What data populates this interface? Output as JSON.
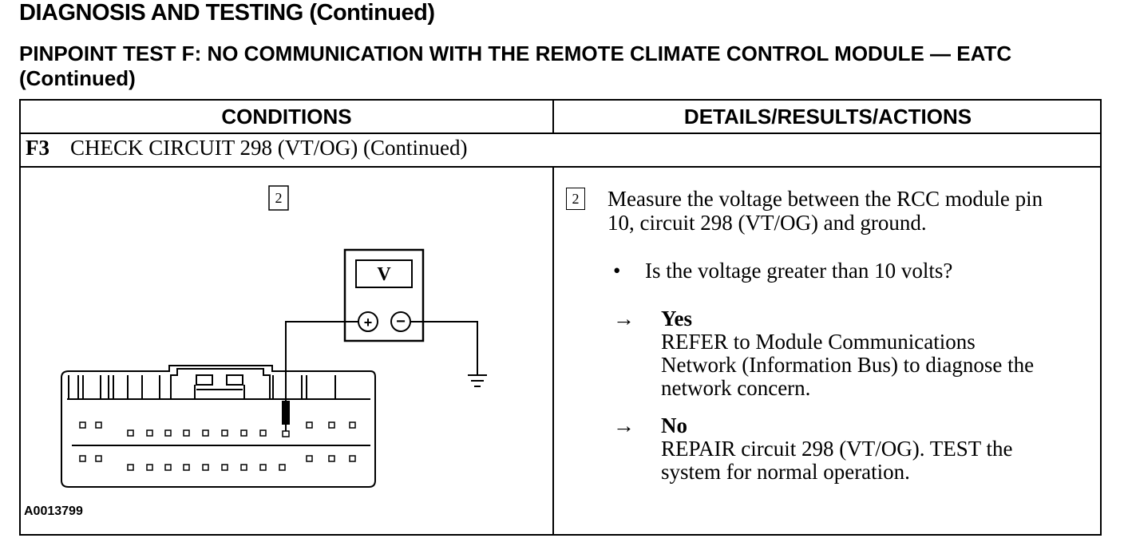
{
  "header": {
    "title": "DIAGNOSIS AND TESTING (Continued)",
    "subtitle": "PINPOINT TEST F:  NO COMMUNICATION WITH THE REMOTE CLIMATE CONTROL MODULE — EATC (Continued)"
  },
  "table": {
    "col_conditions": "CONDITIONS",
    "col_details": "DETAILS/RESULTS/ACTIONS",
    "step_code": "F3",
    "step_title": "CHECK CIRCUIT 298 (VT/OG) (Continued)"
  },
  "figure": {
    "step_number": "2",
    "meter_symbol": "V",
    "plus_symbol": "+",
    "minus_symbol": "−",
    "figure_id": "A0013799",
    "icons": [
      "voltmeter-icon",
      "ground-symbol-icon",
      "connector-icon",
      "probe-icon"
    ]
  },
  "details": {
    "step_number": "2",
    "instruction_line1": "Measure the voltage between the RCC module pin",
    "instruction_line2": "10, circuit 298 (VT/OG) and ground.",
    "bullet_symbol": "•",
    "question": "Is the voltage greater than 10 volts?",
    "arrow_symbol": "→",
    "yes_label": "Yes",
    "yes_line1": "REFER to  Module Communications",
    "yes_line2": "Network  (Information Bus) to diagnose the",
    "yes_line3": "network concern.",
    "no_label": "No",
    "no_line1": "REPAIR circuit 298 (VT/OG). TEST the",
    "no_line2": "system for normal operation."
  }
}
